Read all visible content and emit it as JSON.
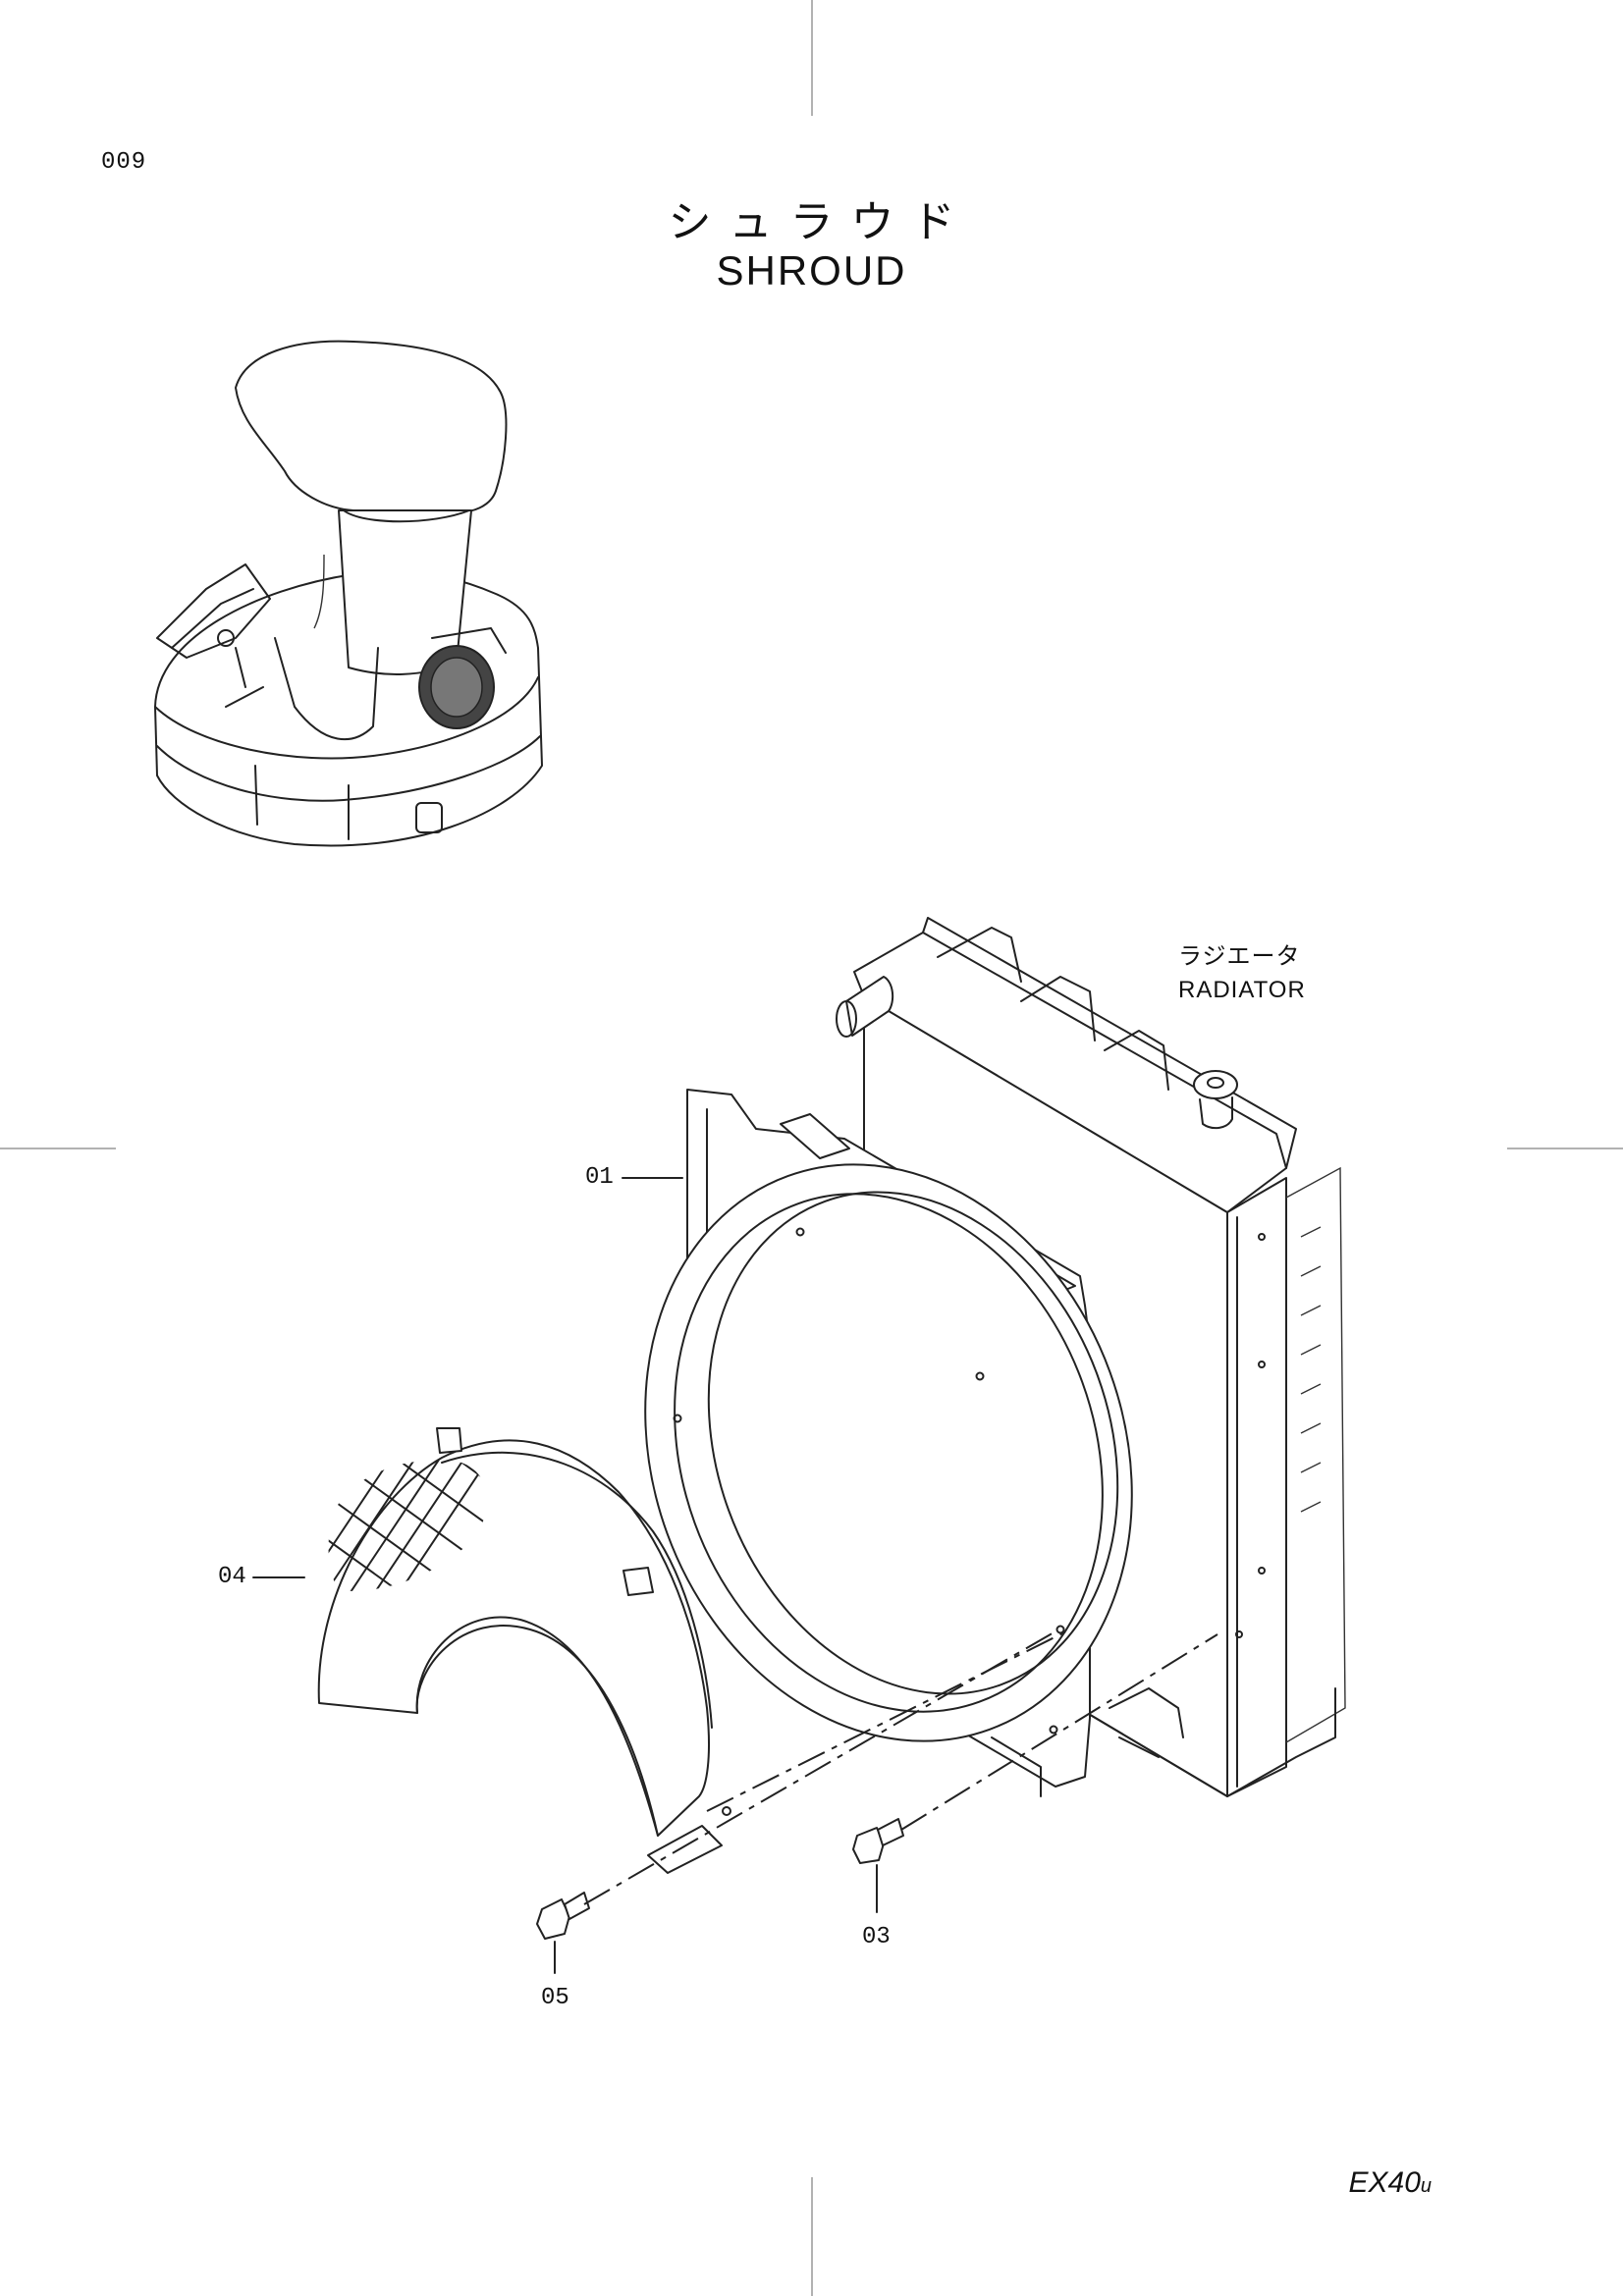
{
  "page_number": "009",
  "title_jp": "シュラウド",
  "title_en": "SHROUD",
  "radiator_label_jp": "ラジエータ",
  "radiator_label_en": "RADIATOR",
  "callouts": {
    "p01": "01",
    "p03": "03",
    "p04": "04",
    "p05": "05"
  },
  "model": "EX40",
  "model_suffix": "u"
}
